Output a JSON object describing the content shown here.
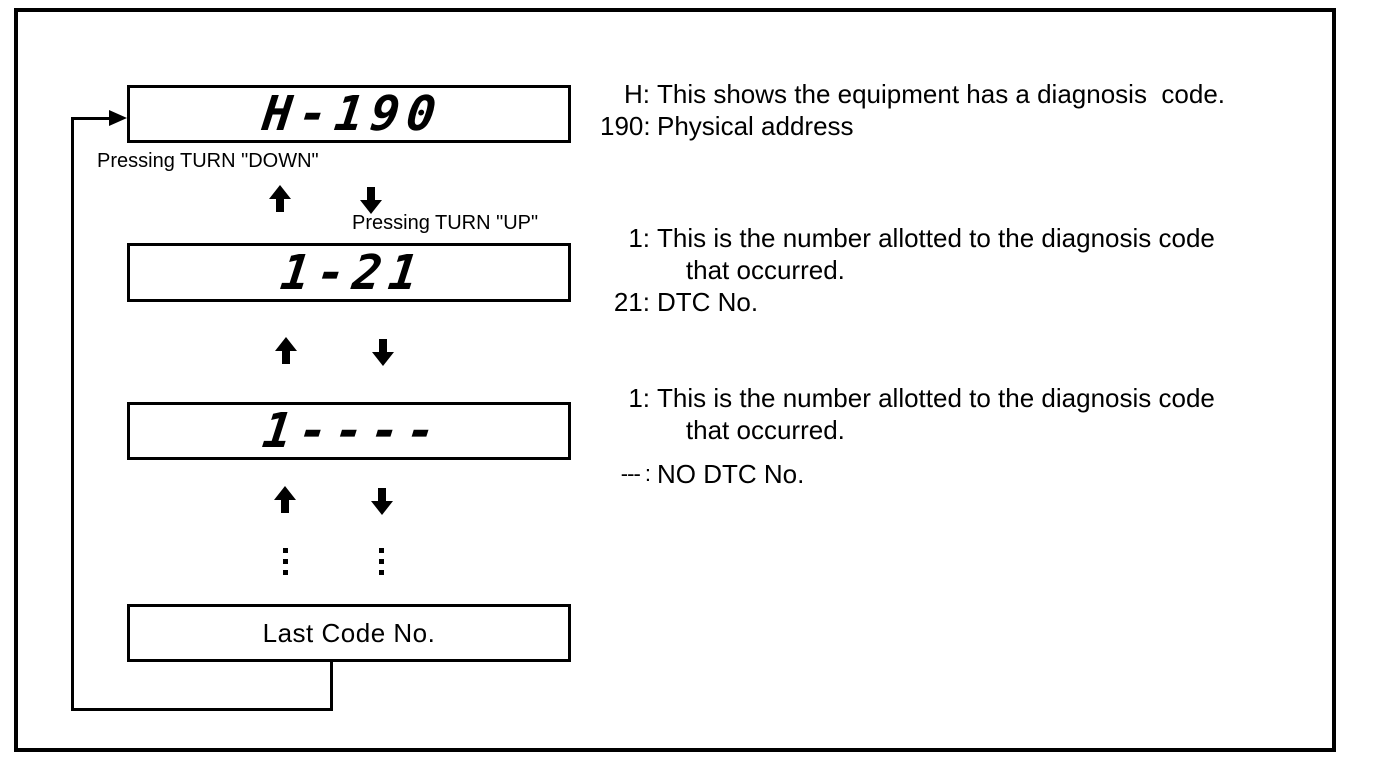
{
  "diagram": {
    "displays": [
      {
        "value": "H-190",
        "style": "seven-segment"
      },
      {
        "value": "1-21",
        "style": "seven-segment"
      },
      {
        "value": "1----",
        "style": "seven-segment"
      },
      {
        "value": "Last Code No.",
        "style": "plain"
      }
    ],
    "labels": {
      "turn_down": "Pressing TURN \"DOWN\"",
      "turn_up": "Pressing TURN \"UP\""
    },
    "icons": {
      "up_arrow": "filled-up-arrow",
      "down_arrow": "filled-down-arrow",
      "continuation_dots": "vertical-ellipsis",
      "loop_arrowhead": "right-triangle-arrowhead"
    },
    "notes": [
      {
        "entries": [
          {
            "label": "H:",
            "text": "This shows the equipment has a diagnosis  code."
          },
          {
            "label": "190:",
            "text": "Physical address"
          }
        ]
      },
      {
        "entries": [
          {
            "label": "1:",
            "text": "This is the number allotted to the diagnosis code\n    that occurred."
          },
          {
            "label": "21:",
            "text": "DTC No."
          }
        ]
      },
      {
        "entries": [
          {
            "label": "1:",
            "text": "This is the number allotted to the diagnosis code\n    that occurred."
          },
          {
            "label": "--- :",
            "text": "NO DTC No."
          }
        ]
      }
    ],
    "colors": {
      "ink": "#000000",
      "background": "#ffffff"
    }
  }
}
